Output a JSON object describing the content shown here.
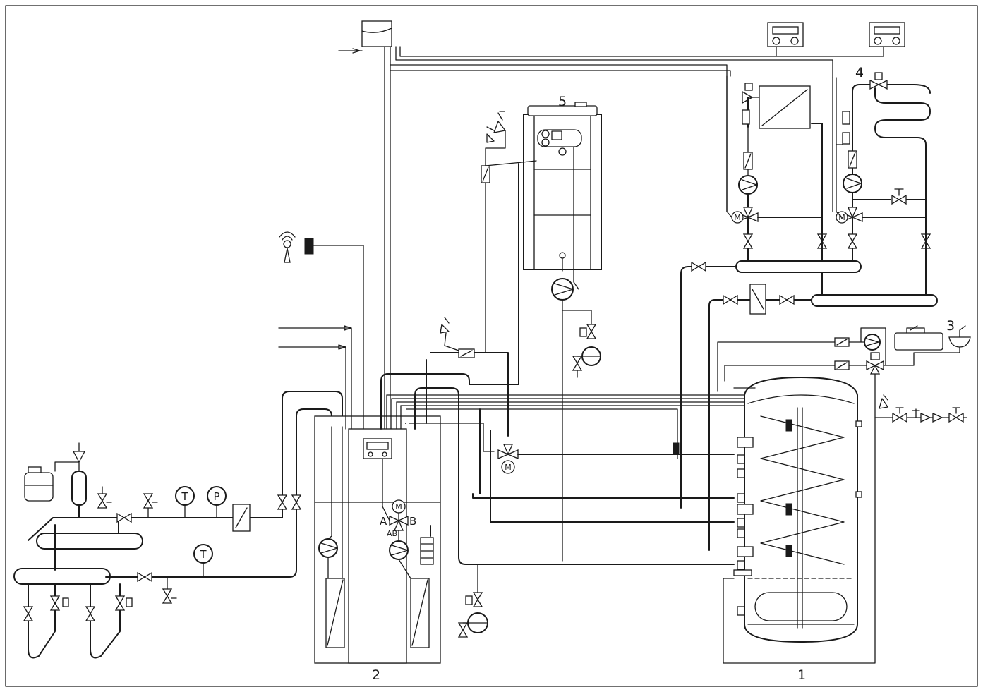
{
  "labels": {
    "storage_tank": "1",
    "heat_pump": "2",
    "hot_water_outlets": "3",
    "heating_circuits": "4",
    "boiler": "5"
  },
  "symbols": {
    "thermometer": "T",
    "pressure_gauge": "P",
    "motor": "M",
    "port_a": "A",
    "port_b": "B",
    "port_ab": "AB"
  }
}
